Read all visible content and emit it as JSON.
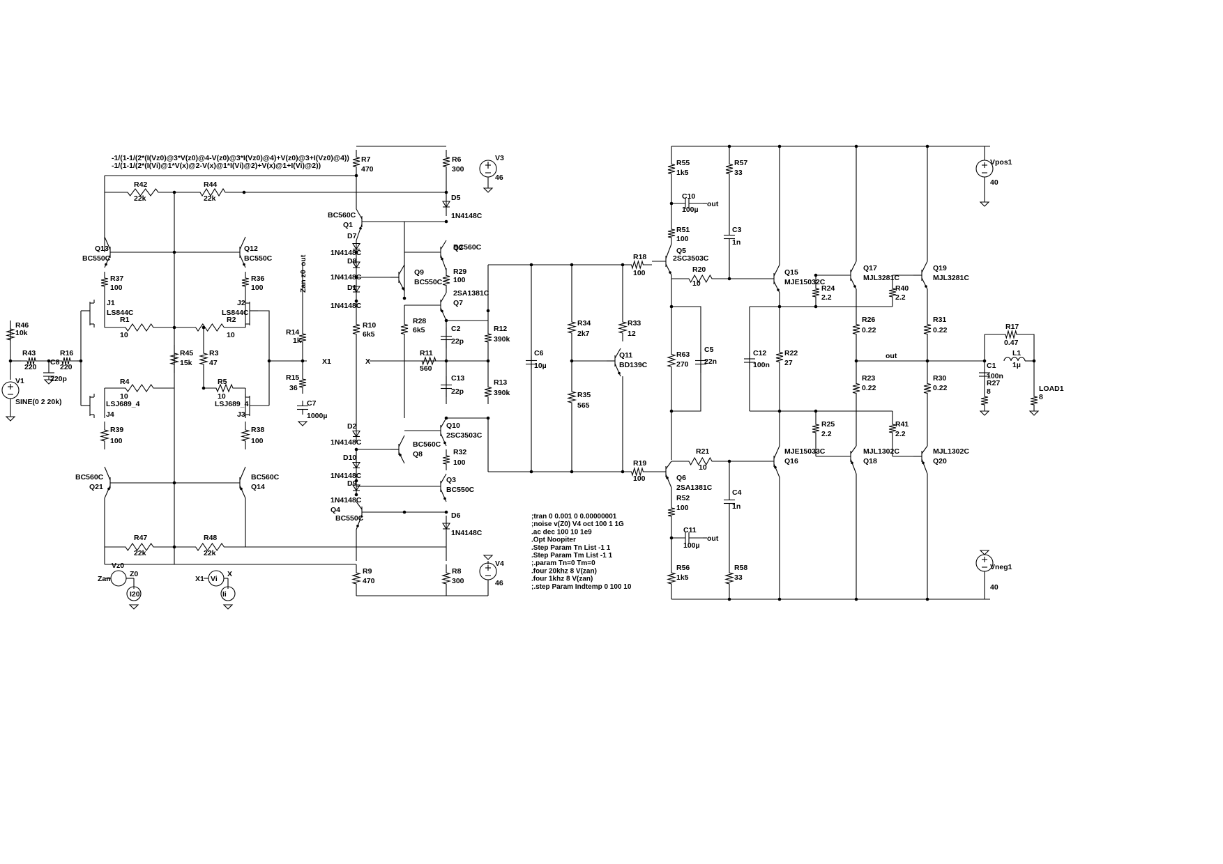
{
  "expressions": [
    "-1/(1-1/(2*(I(Vz0)@3*V(z0)@4-V(z0)@3*I(Vz0)@4)+V(z0)@3+I(Vz0)@4))",
    "-1/(1-1/(2*(I(Vi)@1*V(x)@2-V(x)@1*I(Vi)@2)+V(x)@1+I(Vi)@2))"
  ],
  "directives": [
    ";tran 0 0.001 0 0.00000001",
    ";noise v(Z0) V4 oct 100 1 1G",
    ".ac dec 100 10 1e9",
    ".Opt Noopiter",
    ".Step Param Tn List -1 1",
    ".Step Param Tm List -1 1",
    ";.param Tn=0 Tm=0",
    ".four 20khz 8 V(zan)",
    ".four 1khz 8 V(zan)",
    ";.step Param Indtemp 0 100 10"
  ],
  "components": [
    {
      "id": "r46",
      "name": "R46",
      "value": "10k"
    },
    {
      "id": "r43",
      "name": "R43",
      "value": "220"
    },
    {
      "id": "r16",
      "name": "R16",
      "value": "220"
    },
    {
      "id": "c8",
      "name": "C8",
      "value": "220p"
    },
    {
      "id": "v1",
      "name": "V1",
      "value": "SINE(0 2 20k)"
    },
    {
      "id": "r42",
      "name": "R42",
      "value": "22k"
    },
    {
      "id": "r44",
      "name": "R44",
      "value": "22k"
    },
    {
      "id": "q13",
      "name": "Q13",
      "value": "BC550C"
    },
    {
      "id": "q12",
      "name": "Q12",
      "value": "BC550C"
    },
    {
      "id": "r37",
      "name": "R37",
      "value": "100"
    },
    {
      "id": "r36",
      "name": "R36",
      "value": "100"
    },
    {
      "id": "j1",
      "name": "J1",
      "value": "LS844C"
    },
    {
      "id": "j2",
      "name": "J2",
      "value": "LS844C"
    },
    {
      "id": "r1",
      "name": "R1",
      "value": "10"
    },
    {
      "id": "r2",
      "name": "R2",
      "value": "10"
    },
    {
      "id": "r45",
      "name": "R45",
      "value": "15k"
    },
    {
      "id": "r3",
      "name": "R3",
      "value": "47"
    },
    {
      "id": "r4",
      "name": "R4",
      "value": "10"
    },
    {
      "id": "r5",
      "name": "R5",
      "value": "10"
    },
    {
      "id": "j4",
      "name": "J4",
      "value": "LSJ689_4"
    },
    {
      "id": "j3",
      "name": "J3",
      "value": "LSJ689_4"
    },
    {
      "id": "r39",
      "name": "R39",
      "value": "100"
    },
    {
      "id": "r38",
      "name": "R38",
      "value": "100"
    },
    {
      "id": "q21",
      "name": "Q21",
      "value": "BC560C"
    },
    {
      "id": "q14",
      "name": "Q14",
      "value": "BC560C"
    },
    {
      "id": "r47",
      "name": "R47",
      "value": "22k"
    },
    {
      "id": "r48",
      "name": "R48",
      "value": "22k"
    },
    {
      "id": "vz0",
      "name": "Vz0",
      "value": ""
    },
    {
      "id": "iz0",
      "name": "I20",
      "value": ""
    },
    {
      "id": "vi",
      "name": "Vi",
      "value": ""
    },
    {
      "id": "ii",
      "name": "Ii",
      "value": ""
    },
    {
      "id": "r14",
      "name": "R14",
      "value": "1k"
    },
    {
      "id": "r15",
      "name": "R15",
      "value": "36"
    },
    {
      "id": "c7",
      "name": "C7",
      "value": "1000µ"
    },
    {
      "id": "r7",
      "name": "R7",
      "value": "470"
    },
    {
      "id": "r6",
      "name": "R6",
      "value": "300"
    },
    {
      "id": "v3",
      "name": "V3",
      "value": "46"
    },
    {
      "id": "d5",
      "name": "D5",
      "value": "1N4148C"
    },
    {
      "id": "q1",
      "name": "Q1",
      "value": "BC560C"
    },
    {
      "id": "q2",
      "name": "Q2",
      "value": "BC560C"
    },
    {
      "id": "d7",
      "name": "D7",
      "value": "1N4148C"
    },
    {
      "id": "d8",
      "name": "D8",
      "value": "1N4148C"
    },
    {
      "id": "d1",
      "name": "D1",
      "value": "1N4148C"
    },
    {
      "id": "q9",
      "name": "Q9",
      "value": "BC550C"
    },
    {
      "id": "r29",
      "name": "R29",
      "value": "100"
    },
    {
      "id": "q7",
      "name": "Q7",
      "value": "2SA1381C"
    },
    {
      "id": "r10",
      "name": "R10",
      "value": "6k5"
    },
    {
      "id": "r28",
      "name": "R28",
      "value": "6k5"
    },
    {
      "id": "c2",
      "name": "C2",
      "value": "22p"
    },
    {
      "id": "r12",
      "name": "R12",
      "value": "390k"
    },
    {
      "id": "r11",
      "name": "R11",
      "value": "560"
    },
    {
      "id": "c13",
      "name": "C13",
      "value": "22p"
    },
    {
      "id": "r13",
      "name": "R13",
      "value": "390k"
    },
    {
      "id": "d2",
      "name": "D2",
      "value": "1N4148C"
    },
    {
      "id": "q10",
      "name": "Q10",
      "value": "2SC3503C"
    },
    {
      "id": "q8",
      "name": "Q8",
      "value": "BC560C"
    },
    {
      "id": "r32",
      "name": "R32",
      "value": "100"
    },
    {
      "id": "d10",
      "name": "D10",
      "value": "1N4148C"
    },
    {
      "id": "d9",
      "name": "D9",
      "value": "1N4148C"
    },
    {
      "id": "q3",
      "name": "Q3",
      "value": "BC550C"
    },
    {
      "id": "q4",
      "name": "Q4",
      "value": "BC550C"
    },
    {
      "id": "d6",
      "name": "D6",
      "value": "1N4148C"
    },
    {
      "id": "r9",
      "name": "R9",
      "value": "470"
    },
    {
      "id": "r8",
      "name": "R8",
      "value": "300"
    },
    {
      "id": "v4",
      "name": "V4",
      "value": "46"
    },
    {
      "id": "c6",
      "name": "C6",
      "value": "10µ"
    },
    {
      "id": "r34",
      "name": "R34",
      "value": "2k7"
    },
    {
      "id": "r35",
      "name": "R35",
      "value": "565"
    },
    {
      "id": "r33",
      "name": "R33",
      "value": "12"
    },
    {
      "id": "q11",
      "name": "Q11",
      "value": "BD139C"
    },
    {
      "id": "r18",
      "name": "R18",
      "value": "100"
    },
    {
      "id": "r19",
      "name": "R19",
      "value": "100"
    },
    {
      "id": "r55",
      "name": "R55",
      "value": "1k5"
    },
    {
      "id": "r57",
      "name": "R57",
      "value": "33"
    },
    {
      "id": "c10",
      "name": "C10",
      "value": "100µ"
    },
    {
      "id": "c3",
      "name": "C3",
      "value": "1n"
    },
    {
      "id": "r51",
      "name": "R51",
      "value": "100"
    },
    {
      "id": "q5",
      "name": "Q5",
      "value": "2SC3503C"
    },
    {
      "id": "r20",
      "name": "R20",
      "value": "10"
    },
    {
      "id": "r63",
      "name": "R63",
      "value": "270"
    },
    {
      "id": "c5",
      "name": "C5",
      "value": "22n"
    },
    {
      "id": "r21",
      "name": "R21",
      "value": "10"
    },
    {
      "id": "q6",
      "name": "Q6",
      "value": "2SA1381C"
    },
    {
      "id": "r52",
      "name": "R52",
      "value": "100"
    },
    {
      "id": "c4",
      "name": "C4",
      "value": "1n"
    },
    {
      "id": "c11",
      "name": "C11",
      "value": "100µ"
    },
    {
      "id": "r56",
      "name": "R56",
      "value": "1k5"
    },
    {
      "id": "r58",
      "name": "R58",
      "value": "33"
    },
    {
      "id": "q15",
      "name": "Q15",
      "value": "MJE15032C"
    },
    {
      "id": "q16",
      "name": "Q16",
      "value": "MJE15033C"
    },
    {
      "id": "c12",
      "name": "C12",
      "value": "100n"
    },
    {
      "id": "r22",
      "name": "R22",
      "value": "27"
    },
    {
      "id": "r24",
      "name": "R24",
      "value": "2.2"
    },
    {
      "id": "r25",
      "name": "R25",
      "value": "2.2"
    },
    {
      "id": "q17",
      "name": "Q17",
      "value": "MJL3281C"
    },
    {
      "id": "q18",
      "name": "Q18",
      "value": "MJL1302C"
    },
    {
      "id": "r26",
      "name": "R26",
      "value": "0.22"
    },
    {
      "id": "r23",
      "name": "R23",
      "value": "0.22"
    },
    {
      "id": "r40",
      "name": "R40",
      "value": "2.2"
    },
    {
      "id": "r41",
      "name": "R41",
      "value": "2.2"
    },
    {
      "id": "q19",
      "name": "Q19",
      "value": "MJL3281C"
    },
    {
      "id": "q20",
      "name": "Q20",
      "value": "MJL1302C"
    },
    {
      "id": "r31",
      "name": "R31",
      "value": "0.22"
    },
    {
      "id": "r30",
      "name": "R30",
      "value": "0.22"
    },
    {
      "id": "vpos1",
      "name": "Vpos1",
      "value": "40"
    },
    {
      "id": "vneg1",
      "name": "Vneg1",
      "value": "40"
    },
    {
      "id": "r17",
      "name": "R17",
      "value": "0.47"
    },
    {
      "id": "l1",
      "name": "L1",
      "value": "1µ"
    },
    {
      "id": "c1",
      "name": "C1",
      "value": "100n"
    },
    {
      "id": "r27",
      "name": "R27",
      "value": "8"
    },
    {
      "id": "load1",
      "name": "LOAD1",
      "value": "8"
    }
  ],
  "net_labels": {
    "x1_right": "X1",
    "x_mid": "X",
    "zan": "Zan",
    "z0": "Z0",
    "x1_left": "X1",
    "x_top": "X",
    "zan_z0_vertical": "Zan z0",
    "out_top": "out",
    "out_c10": "out",
    "out_c11": "out",
    "out_main": "out"
  }
}
